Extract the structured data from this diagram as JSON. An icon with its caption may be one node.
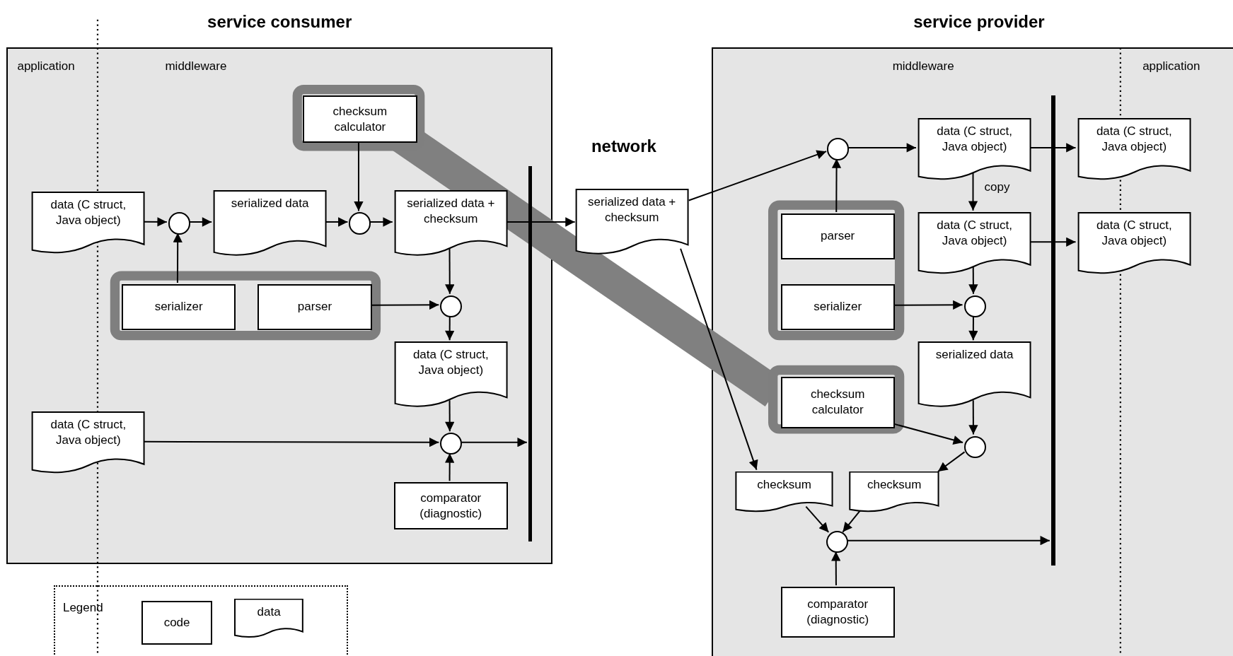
{
  "diagram": {
    "nodes": [
      {
        "text": [
          "service consumer"
        ]
      },
      {
        "text": [
          "service provider"
        ]
      },
      {
        "text": [
          "data (C struct, Java object)"
        ],
        "in": 0
      },
      {
        "text": [],
        "shape": "circle",
        "in": 0
      },
      {
        "text": [
          "serialized data"
        ],
        "in": 0
      },
      {
        "text": [
          "checksum calculator"
        ],
        "in": 0
      },
      {
        "text": [],
        "shape": "circle",
        "in": 0
      },
      {
        "text": [
          "serialized data + checksum"
        ],
        "in": 0
      },
      {
        "text": [
          "serializer"
        ],
        "in": 0
      },
      {
        "text": [
          "parser"
        ],
        "in": 0
      },
      {
        "text": [],
        "shape": "circle",
        "in": 0
      },
      {
        "text": [
          "data (C struct, Java object)"
        ],
        "in": 0
      },
      {
        "text": [
          "data (C struct, Java object)"
        ],
        "in": 0
      },
      {
        "text": [],
        "shape": "circle",
        "in": 0
      },
      {
        "text": [
          "comparator (diagnostic)"
        ],
        "in": 0
      },
      {
        "text": [],
        "shape": "bar",
        "in": 0
      },
      {
        "text": [
          "serialized data + checksum"
        ]
      },
      {
        "text": [],
        "shape": "circle",
        "in": 1
      },
      {
        "text": [
          "data (C struct, Java object)"
        ],
        "in": 1
      },
      {
        "text": [
          "data (C struct, Java object)"
        ],
        "in": 1
      },
      {
        "text": [
          "data (C struct, Java object)"
        ],
        "in": 1
      },
      {
        "text": [
          "data (C struct, Java object)"
        ],
        "in": 1
      },
      {
        "text": [
          "parser"
        ],
        "in": 1
      },
      {
        "text": [
          "serializer"
        ],
        "in": 1
      },
      {
        "text": [],
        "shape": "circle",
        "in": 1
      },
      {
        "text": [
          "serialized data"
        ],
        "in": 1
      },
      {
        "text": [
          "checksum calculator"
        ],
        "in": 1
      },
      {
        "text": [],
        "shape": "circle",
        "in": 1
      },
      {
        "text": [
          "checksum"
        ],
        "in": 1
      },
      {
        "text": [
          "checksum"
        ],
        "in": 1
      },
      {
        "text": [],
        "shape": "circle",
        "in": 1
      },
      {
        "text": [
          "comparator (diagnostic)"
        ],
        "in": 1
      },
      {
        "text": [],
        "shape": "bar",
        "in": 1
      }
    ],
    "edges": [
      {
        "from": 2,
        "to": 3,
        "arrow": "to"
      },
      {
        "from": 8,
        "to": 3,
        "arrow": "to"
      },
      {
        "from": 3,
        "to": 4,
        "arrow": "to"
      },
      {
        "from": 4,
        "to": 6,
        "arrow": "to"
      },
      {
        "from": 5,
        "to": 6,
        "arrow": "to"
      },
      {
        "from": 6,
        "to": 7,
        "arrow": "to"
      },
      {
        "from": 7,
        "to": 16,
        "arrow": "to"
      },
      {
        "from": 7,
        "to": 10,
        "arrow": "to"
      },
      {
        "from": 9,
        "to": 10,
        "arrow": "to"
      },
      {
        "from": 10,
        "to": 11,
        "arrow": "to"
      },
      {
        "from": 11,
        "to": 13,
        "arrow": "to"
      },
      {
        "from": 12,
        "to": 13,
        "arrow": "to"
      },
      {
        "from": 14,
        "to": 13,
        "arrow": "to"
      },
      {
        "from": 13,
        "to": 15,
        "arrow": "to"
      },
      {
        "from": 16,
        "to": 17,
        "arrow": "to"
      },
      {
        "from": 22,
        "to": 17,
        "arrow": "to"
      },
      {
        "from": 17,
        "to": 18,
        "arrow": "to"
      },
      {
        "from": 18,
        "to": 19,
        "arrow": "to"
      },
      {
        "from": 18,
        "to": 20,
        "arrow": "to",
        "label": "copy"
      },
      {
        "from": 20,
        "to": 21,
        "arrow": "to"
      },
      {
        "from": 20,
        "to": 24,
        "arrow": "to"
      },
      {
        "from": 23,
        "to": 24,
        "arrow": "to"
      },
      {
        "from": 24,
        "to": 25,
        "arrow": "to"
      },
      {
        "from": 25,
        "to": 27,
        "arrow": "to"
      },
      {
        "from": 26,
        "to": 27,
        "arrow": "to"
      },
      {
        "from": 27,
        "to": 29,
        "arrow": "to"
      },
      {
        "from": 16,
        "to": 28,
        "arrow": "to"
      },
      {
        "from": 28,
        "to": 30,
        "arrow": "to"
      },
      {
        "from": 29,
        "to": 30,
        "arrow": "to"
      },
      {
        "from": 31,
        "to": 30,
        "arrow": "to"
      },
      {
        "from": 30,
        "to": 32,
        "arrow": "to"
      }
    ],
    "labels": [
      "application",
      "middleware",
      "network",
      "middleware",
      "application",
      "Legend"
    ],
    "legend": [
      {
        "text": "code"
      },
      {
        "text": "data"
      }
    ]
  }
}
